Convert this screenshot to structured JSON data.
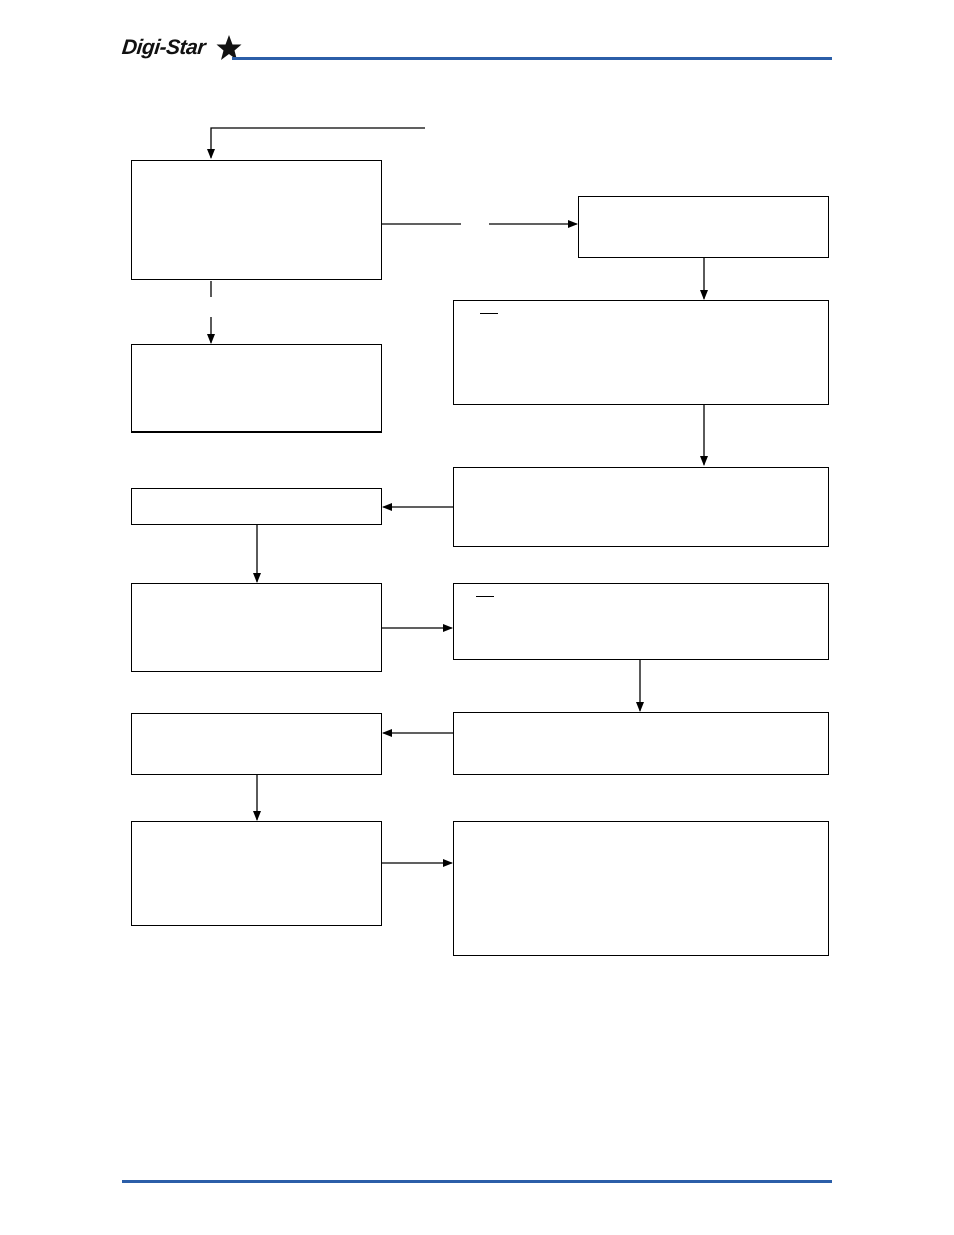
{
  "header": {
    "brand_text": "Digi-Star",
    "brand_mark": "star-icon",
    "accent_color": "#2b5ea8"
  },
  "footer": {
    "accent_color": "#2b5ea8"
  },
  "flowchart": {
    "line_color": "#000000",
    "boxes": [
      {
        "id": "box-1",
        "text": ""
      },
      {
        "id": "box-2",
        "text": ""
      },
      {
        "id": "box-3",
        "text": ""
      },
      {
        "id": "box-4",
        "text": ""
      },
      {
        "id": "box-5",
        "text": ""
      },
      {
        "id": "box-6",
        "text": ""
      },
      {
        "id": "box-7",
        "text": ""
      },
      {
        "id": "box-8",
        "text": ""
      },
      {
        "id": "box-9",
        "text": ""
      },
      {
        "id": "box-10",
        "text": ""
      },
      {
        "id": "box-11",
        "text": ""
      },
      {
        "id": "box-12",
        "text": ""
      }
    ]
  }
}
